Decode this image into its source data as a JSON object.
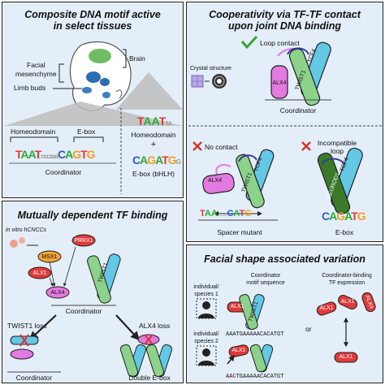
{
  "panel1": {
    "title_line1": "Composite DNA motif active",
    "title_line2": "in select tissues",
    "brain": "Brain",
    "facial_line1": "Facial",
    "facial_line2": "mesenchyme",
    "limb": "Limb buds",
    "homeodomain": "Homeodomain",
    "ebox": "E-box",
    "coordinator": "Coordinator",
    "legend_homeodomain": "Homeodomain",
    "legend_plus": "+",
    "legend_ebox": "E-box (bHLH)"
  },
  "panel2": {
    "title_line1": "Cooperativity via TF-TF contact",
    "title_line2": "upon joint DNA binding",
    "crystal": "Crystal structure",
    "loop_contact": "Loop contact",
    "coordinator": "Coordinator",
    "no_contact": "No contact",
    "incompatible_line1": "Incompatible",
    "incompatible_line2": "loop",
    "spacer_mutant": "Spacer mutant",
    "ebox": "E-box",
    "tf_alx4": "ALX4",
    "tf_tcf4": "TCF4",
    "tf_twist1": "TWIST1",
    "tf_neurod1": "NEUROD1"
  },
  "panel3": {
    "title": "Mutually dependent TF binding",
    "in_vitro": "in vitro hCNCCs",
    "prrx1": "PRRX1",
    "msx1": "MSX1",
    "alx1": "ALX1",
    "alx4": "ALX4",
    "twist1": "TWIST1",
    "coordinator_mid": "Coordinator",
    "twist1_loss": "TWIST1 loss",
    "alx4_loss": "ALX4 loss",
    "coordinator_bottom": "Coordinator",
    "double_ebox": "Double E-box"
  },
  "panel4": {
    "title": "Facial shape associated variation",
    "individual1_line1": "individual/",
    "individual1_line2": "species 1",
    "individual2_line1": "individual/",
    "individual2_line2": "species 2",
    "col1_line1": "Coordinator",
    "col1_line2": "motif sequence",
    "col2_line1": "Coordinator-binding",
    "col2_line2": "TF expression",
    "or": "or",
    "seq1": "AAATGAAAAACACATGT",
    "seq2_prefix": "AA",
    "seq2_red": "C",
    "seq2_suffix": "TGAAAAACACATGT",
    "alx1": "ALX1",
    "twist1": "TWIST1",
    "alx4": "ALX4"
  },
  "colors": {
    "panel_bg": "#e3eef8",
    "alx": "#e03a3a",
    "alx4": "#e27ae0",
    "twist": "#8cd28a",
    "tcf4": "#63c7e6",
    "neurod1": "#3a7a2a",
    "prrx1": "#e03a3a",
    "msx1": "#f2a43a",
    "check": "#3aa03a",
    "cross": "#d93232"
  }
}
